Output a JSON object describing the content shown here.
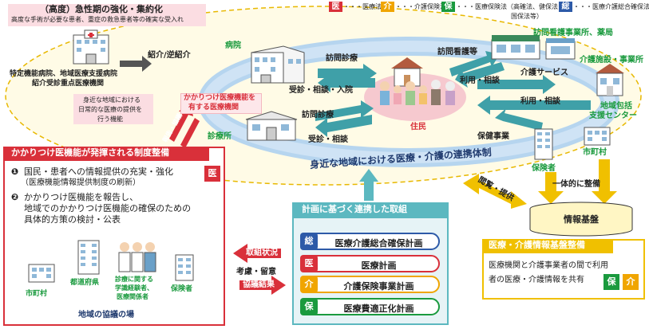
{
  "legend": [
    {
      "badge": "医",
      "color": "#d9303a",
      "text": "・・・医療法"
    },
    {
      "badge": "介",
      "color": "#f0a500",
      "text": "・・・介護保険法"
    },
    {
      "badge": "保",
      "color": "#1a9a3e",
      "text": "・・・医療保険法（高確法、健保法"
    },
    {
      "badge": "総",
      "color": "#2d5aa8",
      "text": "・・・医療介護総合確保法"
    }
  ],
  "legend_cont": "国保法等）",
  "acute": {
    "title": "（高度）急性期の強化・集約化",
    "subtitle": "高度な手術が必要な患者、重症の救急患者等の確実な受入れ",
    "hospitals": "特定機能病院、地域医療支援病院",
    "hospitals2": "紹介受診重点医療機関"
  },
  "labels": {
    "referral": "紹介/逆紹介",
    "hospital": "病院",
    "clinic": "診療所",
    "visit_care1": "訪問診療",
    "visit_care2": "訪問診療",
    "consult_hosp": "受診・相談・入院",
    "consult": "受診・相談",
    "visit_nursing": "訪問看護等",
    "use_consult": "利用・相談",
    "care_service": "介護サービス",
    "use_consult2": "利用・相談",
    "residents": "住民",
    "prevention": "保健事業",
    "visiting_office": "訪問看護事業所、薬局",
    "care_facility": "介護施設・事業所",
    "comprehensive": "地域包括",
    "comprehensive2": "支援センター",
    "municipality": "市町村",
    "insurer": "保険者",
    "integrated": "一体的に整備",
    "browse_provide": "閲覧・提供",
    "info_base": "情報基盤",
    "report_coop": "報告・協議",
    "kakaritsuke_inst1": "かかりつけ医療機能を",
    "kakaritsuke_inst2": "有する医療機関",
    "daily_care1": "身近な地域における",
    "daily_care2": "日常的な医療の提供を",
    "daily_care3": "行う機能",
    "cooperation": "身近な地域における医療・介護の連携体制"
  },
  "system": {
    "title": "かかりつけ医機能が発揮される制度整備",
    "item1_num": "❶",
    "item1": "国民・患者への情報提供の充実・強化",
    "item1_sub": "（医療機能情報提供制度の刷新）",
    "item1_badge": "医",
    "item2_num": "❷",
    "item2_l1": "かかりつけ医機能を報告し、",
    "item2_l2": "地域でのかかりつけ医機能の確保のための",
    "item2_l3": "具体的方策の検討・公表",
    "prefecture": "都道府県",
    "municipality": "市町村",
    "experts1": "診療に関する",
    "experts2": "学識経験者、",
    "experts3": "医療関係者",
    "insurer": "保険者",
    "council": "地域の協議の場"
  },
  "middle": {
    "input_status": "取組状況",
    "consider": "考慮・留意",
    "council_result": "協議結果"
  },
  "plans": {
    "title": "計画に基づく連携した取組",
    "rows": [
      {
        "badge": "総",
        "color": "#2d5aa8",
        "label": "医療介護総合確保計画"
      },
      {
        "badge": "医",
        "color": "#d9303a",
        "label": "医療計画"
      },
      {
        "badge": "介",
        "color": "#f0a500",
        "label": "介護保険事業計画"
      },
      {
        "badge": "保",
        "color": "#1a9a3e",
        "label": "医療費適正化計画"
      }
    ]
  },
  "infra": {
    "title": "医療・介護情報基盤整備",
    "l1": "医療機関と介護事業者の間で利用",
    "l2": "者の医療・介護情報を共有",
    "badge1": "保",
    "badge2": "介"
  }
}
